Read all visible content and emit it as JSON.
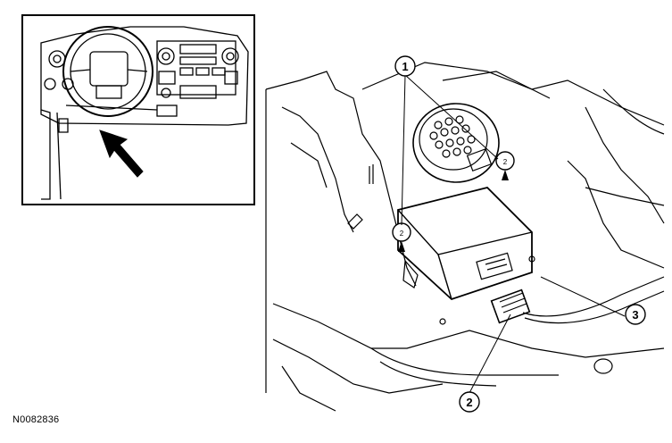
{
  "figure_id": "N0082836",
  "callouts": [
    {
      "number": "1"
    },
    {
      "number": "2"
    },
    {
      "number": "3"
    }
  ],
  "fastener_labels": [
    "2",
    "2"
  ],
  "colors": {
    "line": "#000000",
    "background": "#ffffff"
  },
  "icons": [
    "locator-arrow-icon"
  ]
}
